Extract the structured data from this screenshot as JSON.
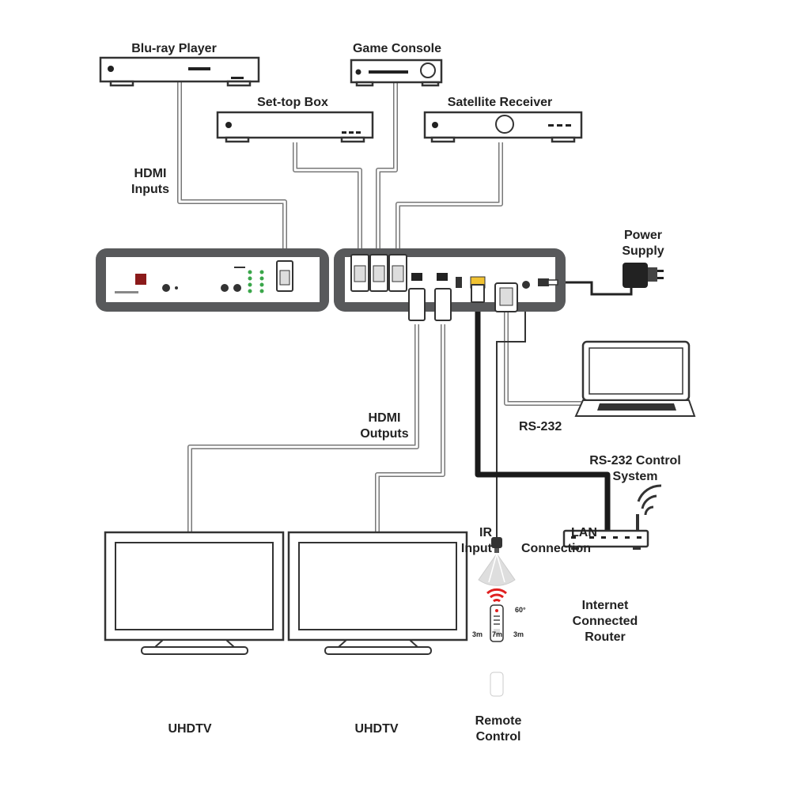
{
  "devices": {
    "bluray": "Blu-ray Player",
    "game_console": "Game Console",
    "settop": "Set-top Box",
    "satellite": "Satellite Receiver",
    "power_supply": [
      "Power",
      "Supply"
    ],
    "tv_left": "UHDTV",
    "tv_right": "UHDTV",
    "remote": [
      "Remote",
      "Control"
    ],
    "router": [
      "Internet",
      "Connected",
      "Router"
    ]
  },
  "connections": {
    "hdmi_inputs": [
      "HDMI",
      "Inputs"
    ],
    "hdmi_outputs": [
      "HDMI",
      "Outputs"
    ],
    "rs232": "RS-232",
    "rs232_control": [
      "RS-232 Control",
      "System"
    ],
    "ir_input": [
      "IR",
      "Input"
    ],
    "lan": [
      "LAN",
      "Connection"
    ]
  },
  "ir_ranges": {
    "angle": "60°",
    "left": "3m",
    "center": "7m",
    "right": "3m"
  },
  "colors": {
    "device_outline": "#333333",
    "device_fill": "#ffffff",
    "panel_frame": "#58595b",
    "panel_fill": "#ffffff",
    "thin_cable": "#777777",
    "thick_cable": "#1a1a1a",
    "ir_signal": "#e02020",
    "led_green": "#3aa64a",
    "label_text": "#222222"
  }
}
